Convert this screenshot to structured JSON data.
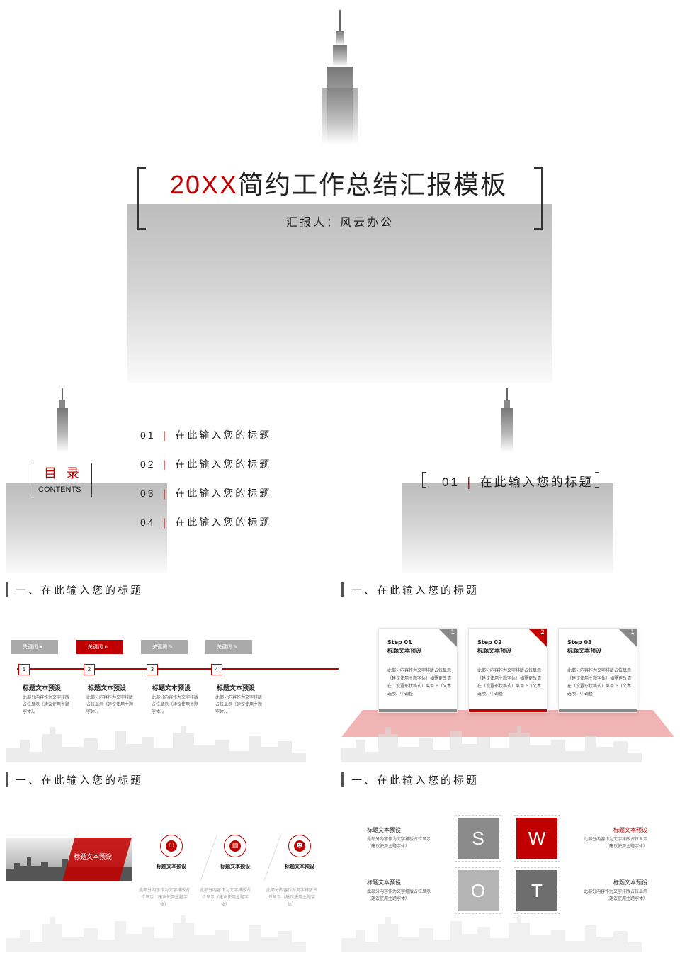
{
  "cover": {
    "title_prefix": "20XX",
    "title_main": "简约工作总结汇报模板",
    "reporter": "汇报人：风云办公"
  },
  "toc": {
    "heading": "目 录",
    "heading_en": "CONTENTS",
    "items": [
      {
        "num": "01",
        "text": "在此输入您的标题"
      },
      {
        "num": "02",
        "text": "在此输入您的标题"
      },
      {
        "num": "03",
        "text": "在此输入您的标题"
      },
      {
        "num": "04",
        "text": "在此输入您的标题"
      }
    ]
  },
  "section": {
    "num": "01",
    "text": "在此输入您的标题"
  },
  "slide_title": "一、在此输入您的标题",
  "timeline": {
    "items": [
      {
        "kw": "关键词",
        "num": "1",
        "title": "标题文本预设",
        "desc": "此部分内容作为文字排版占位显示（建议使用主题字体）。"
      },
      {
        "kw": "关键词",
        "num": "2",
        "title": "标题文本预设",
        "desc": "此部分内容作为文字排版占位显示（建议使用主题字体）。"
      },
      {
        "kw": "关键词",
        "num": "3",
        "title": "标题文本预设",
        "desc": "此部分内容作为文字排版占位显示（建议使用主题字体）。"
      },
      {
        "kw": "关键词",
        "num": "4",
        "title": "标题文本预设",
        "desc": "此部分内容作为文字排版占位显示（建议使用主题字体）。"
      }
    ]
  },
  "steps": {
    "items": [
      {
        "step": "Step 01",
        "title": "标题文本预设",
        "num": "1",
        "desc": "此部分内容作为文字排版占位显示（建议使用主题字体）如需更改请在（设置形状格式）菜单下（文本选项）中调整"
      },
      {
        "step": "Step 02",
        "title": "标题文本预设",
        "num": "2",
        "desc": "此部分内容作为文字排版占位显示（建议使用主题字体）如需更改请在（设置形状格式）菜单下（文本选项）中调整"
      },
      {
        "step": "Step 03",
        "title": "标题文本预设",
        "num": "1",
        "desc": "此部分内容作为文字排版占位显示（建议使用主题字体）如需更改请在（设置形状格式）菜单下（文本选项）中调整"
      }
    ]
  },
  "icons": {
    "photo_label": "标题文本预设",
    "items": [
      {
        "icon": "org-chart-icon",
        "title": "标题文本预设",
        "desc": "此部分内容作为文字排版占位显示（建议使用主题字体）"
      },
      {
        "icon": "contact-card-icon",
        "title": "标题文本预设",
        "desc": "此部分内容作为文字排版占位显示（建议使用主题字体）"
      },
      {
        "icon": "user-icon",
        "title": "标题文本预设",
        "desc": "此部分内容作为文字排版占位显示（建议使用主题字体）"
      }
    ]
  },
  "swot": {
    "letters": [
      "S",
      "W",
      "O",
      "T"
    ],
    "left_top": {
      "title": "标题文本预设",
      "desc": "此部分内容作为文字排版占位显示（建议使用主题字体）"
    },
    "left_bottom": {
      "title": "标题文本预设",
      "desc": "此部分内容作为文字排版占位显示（建议使用主题字体）"
    },
    "right_top": {
      "title": "标题文本预设",
      "desc": "此部分内容作为文字排版占位显示（建议使用主题字体）"
    },
    "right_bottom": {
      "title": "标题文本预设",
      "desc": "此部分内容作为文字排版占位显示（建议使用主题字体）"
    }
  },
  "colors": {
    "accent": "#c00000",
    "gray": "#8a8a8a",
    "light_gray": "#d0d0d0"
  }
}
